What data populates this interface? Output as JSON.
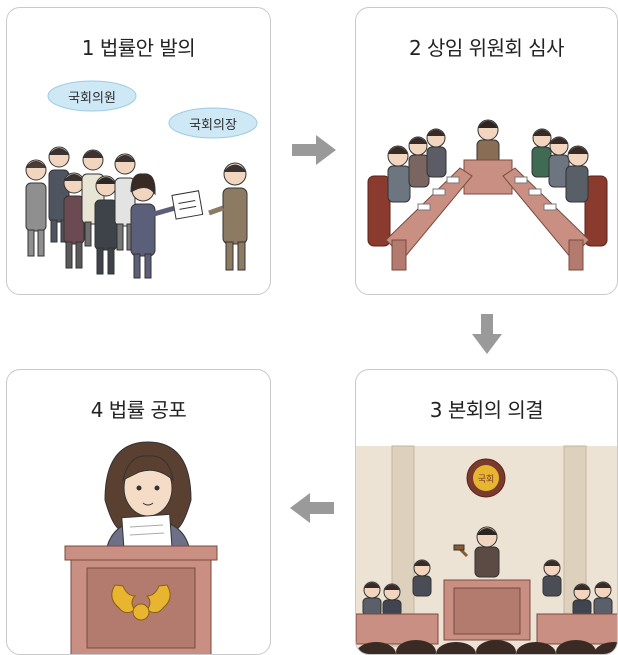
{
  "steps": [
    {
      "title": "1 법률안 발의",
      "bubbles": [
        "국회의원",
        "국회의장"
      ]
    },
    {
      "title": "2 상임 위원회 심사"
    },
    {
      "title": "3 본회의 의결",
      "emblem": "국회"
    },
    {
      "title": "4 법률 공포"
    }
  ],
  "colors": {
    "arrow": "#9a9a9a",
    "bubble": "#cfe8f6",
    "desk": "#c98f82",
    "chair": "#8a3b2e",
    "wall": "#ede3d4"
  }
}
